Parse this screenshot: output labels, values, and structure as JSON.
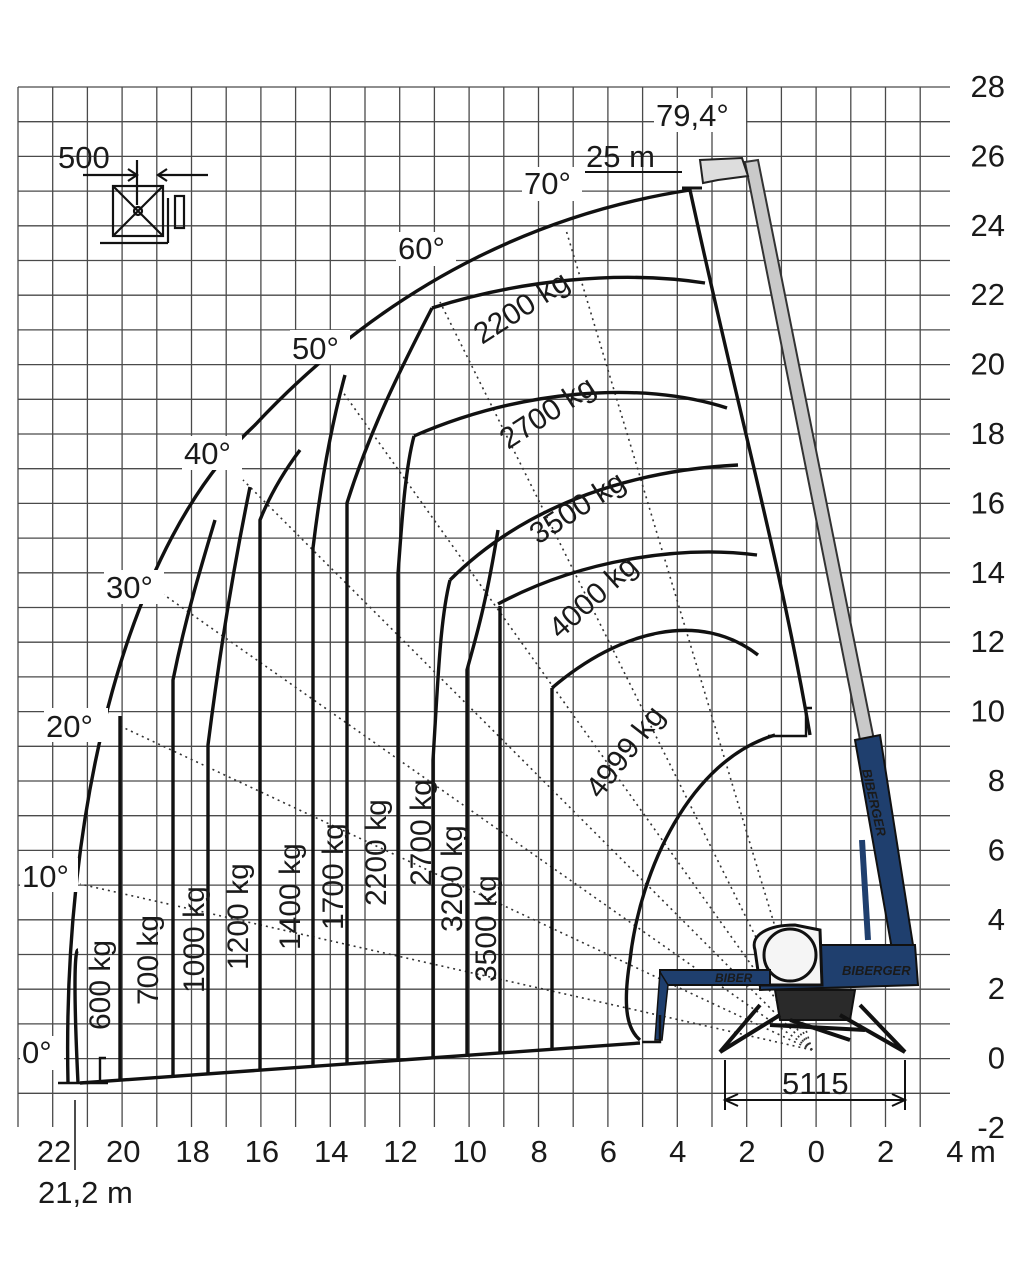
{
  "axes": {
    "x_ticks": [
      "22",
      "20",
      "18",
      "16",
      "14",
      "12",
      "10",
      "8",
      "6",
      "4",
      "2",
      "0",
      "2",
      "4"
    ],
    "x_unit": "m",
    "x_extra_label": "21,2 m",
    "y_ticks": [
      "28",
      "26",
      "24",
      "22",
      "20",
      "18",
      "16",
      "14",
      "12",
      "10",
      "8",
      "6",
      "4",
      "2",
      "0",
      "-2"
    ]
  },
  "angle_labels": [
    "0°",
    "10°",
    "20°",
    "30°",
    "40°",
    "50°",
    "60°",
    "70°",
    "79,4°"
  ],
  "annotations": {
    "max_height": "25 m",
    "platform_offset": "500",
    "outrigger_span": "5115"
  },
  "horizontal_zones": [
    "2200 kg",
    "2700 kg",
    "3500 kg",
    "4000 kg",
    "4999 kg"
  ],
  "vertical_zones": [
    "600 kg",
    "700 kg",
    "1000 kg",
    "1200 kg",
    "1400 kg",
    "1700 kg",
    "2200 kg",
    "2700 kg",
    "3200 kg",
    "3500 kg"
  ],
  "machine": {
    "brand": "BIBERGER",
    "brand_short": "BIBER",
    "color": "#1f3f6e"
  },
  "colors": {
    "grid": "#4a4a4a",
    "curve": "#111111",
    "dotted": "#333333"
  }
}
